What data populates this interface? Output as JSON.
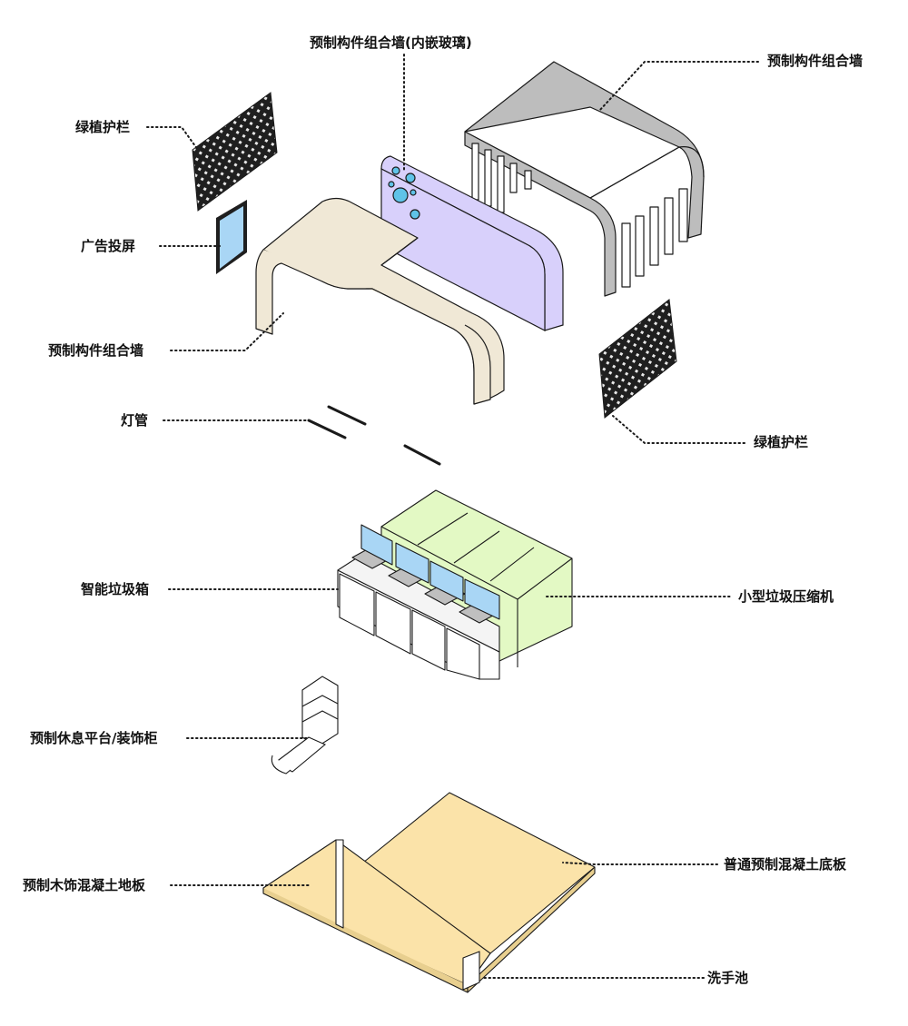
{
  "labels": {
    "wall_glass": "预制构件组合墙(内嵌玻璃)",
    "wall_gray": "预制构件组合墙",
    "green_rail_left": "绿植护栏",
    "ad_screen": "广告投屏",
    "wall_beige": "预制构件组合墙",
    "light_tube": "灯管",
    "green_rail_right": "绿植护栏",
    "smart_bin": "智能垃圾箱",
    "compactor": "小型垃圾压缩机",
    "rest_platform": "预制休息平台/装饰柜",
    "wood_floor": "预制木饰混凝土地板",
    "concrete_floor": "普通预制混凝土底板",
    "wash_basin": "洗手池"
  },
  "colors": {
    "gray_wall": "#bdbdbd",
    "glass_wall": "#d8d0fb",
    "beige_wall": "#f0e8d6",
    "screen": "#a9d6f5",
    "compactor": "#e3f9c4",
    "floor": "#fbe3a9",
    "bubble": "#5fc3e8",
    "outline": "#1a1a1a"
  }
}
